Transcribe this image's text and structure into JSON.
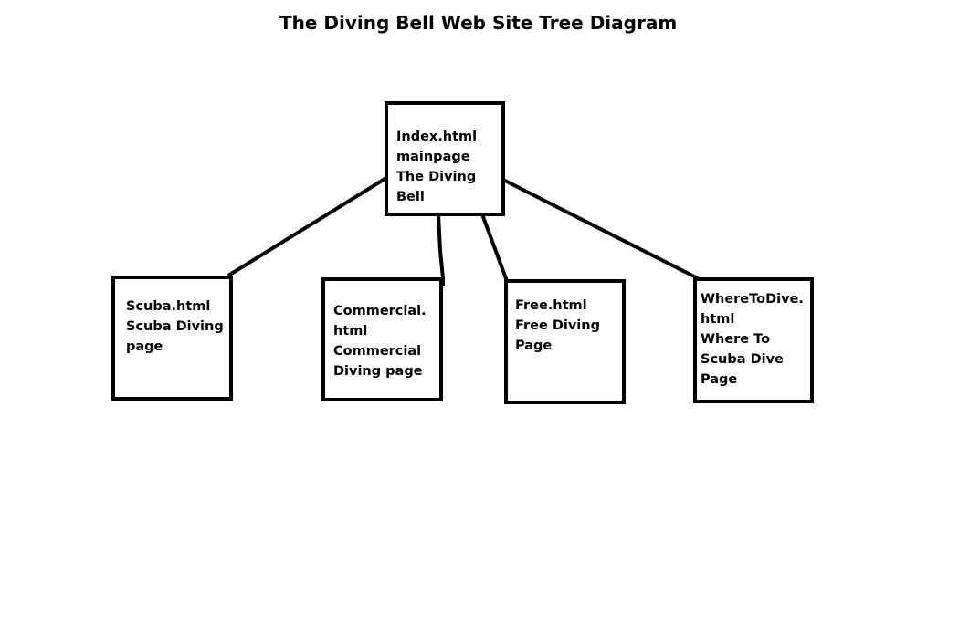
{
  "title": "The Diving Bell Web Site Tree Diagram",
  "nodes": {
    "index": {
      "lines": [
        "Index.html",
        "mainpage",
        "The Diving",
        "Bell"
      ]
    },
    "scuba": {
      "lines": [
        "Scuba.html",
        "Scuba Diving",
        "page"
      ]
    },
    "commercial": {
      "lines": [
        "Commercial.",
        "html",
        "Commercial",
        "Diving page"
      ]
    },
    "free": {
      "lines": [
        "Free.html",
        "Free Diving",
        "Page"
      ]
    },
    "where": {
      "lines": [
        "WhereToDive.",
        "html",
        "Where To",
        "Scuba Dive",
        "Page"
      ]
    }
  }
}
